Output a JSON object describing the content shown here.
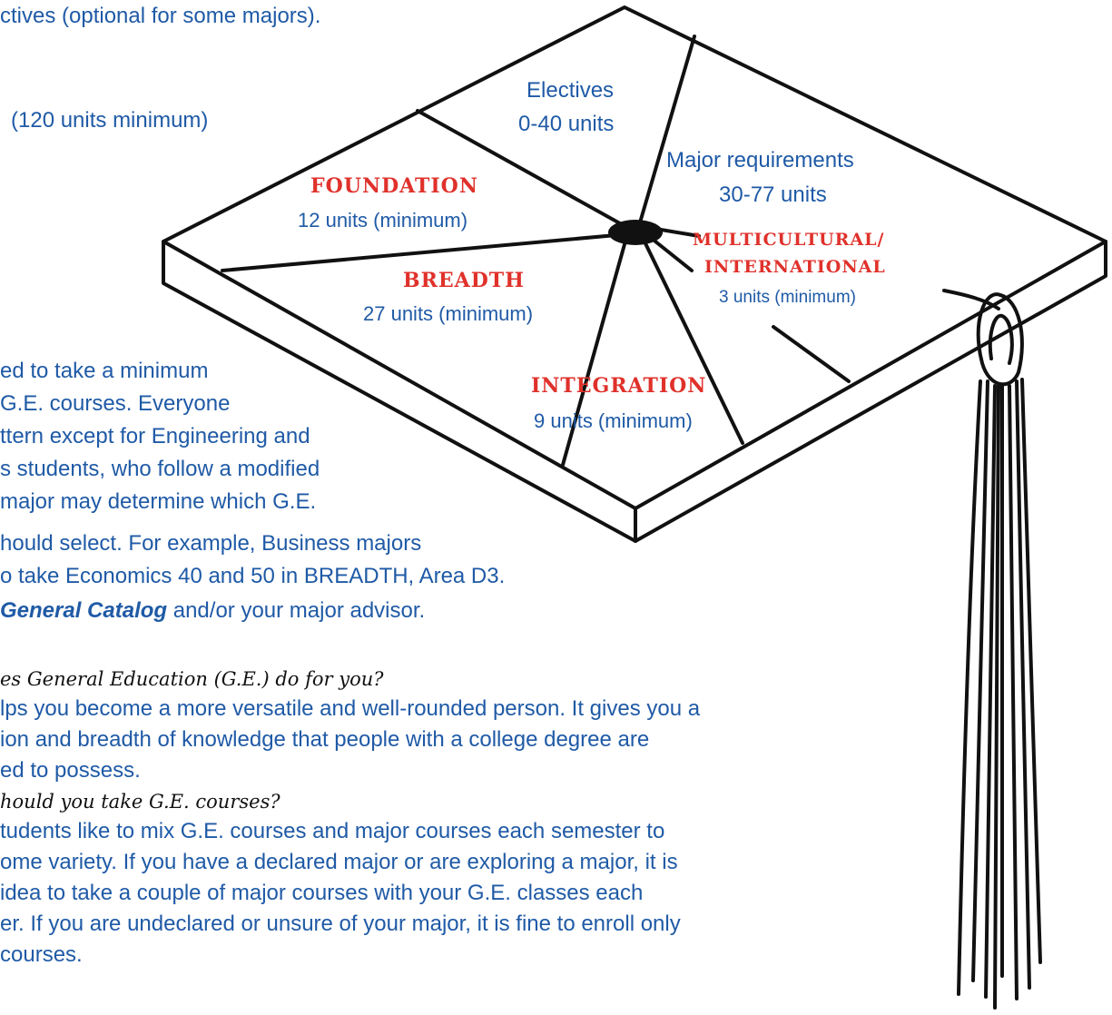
{
  "top_text": {
    "line1": "ctives (optional for some majors).",
    "line2": "(120 units minimum)"
  },
  "cap": {
    "electives": {
      "title": "Electives",
      "units": "0-40 units"
    },
    "major": {
      "title": "Major requirements",
      "units": "30-77 units"
    },
    "foundation": {
      "title": "FOUNDATION",
      "units": "12 units (minimum)"
    },
    "breadth": {
      "title": "BREADTH",
      "units": "27 units (minimum)"
    },
    "multicultural": {
      "title1": "MULTICULTURAL/",
      "title2": "INTERNATIONAL",
      "units": "3 units (minimum)"
    },
    "integration": {
      "title": "INTEGRATION",
      "units": "9 units (minimum)"
    }
  },
  "body_para": [
    "ed to take a minimum",
    "G.E. courses.  Everyone",
    "ttern except for Engineering and",
    "s students, who follow a modified",
    "major may determine which G.E.",
    "hould select. For example, Business majors",
    "o take Economics 40 and 50 in BREADTH, Area D3."
  ],
  "catalog_line": {
    "emphasis": "General Catalog",
    "rest": " and/or your major advisor."
  },
  "qa": [
    {
      "q": "es General Education (G.E.) do for you?",
      "a": [
        "lps you become a more versatile and well-rounded person. It gives you a",
        "ion and breadth of knowledge that people with a college degree are",
        "ed to possess."
      ]
    },
    {
      "q": "hould you take G.E. courses?",
      "a": [
        "tudents like to mix G.E. courses and major courses each semester to",
        "ome variety. If you have a declared major or are exploring a major, it is",
        "idea to take a couple of major courses with your G.E. classes each",
        "er. If you are undeclared or unsure of your major, it is fine to enroll only",
        " courses."
      ]
    }
  ],
  "colors": {
    "blue": "#1f5aa6",
    "red": "#e0312b",
    "ink": "#111111"
  }
}
